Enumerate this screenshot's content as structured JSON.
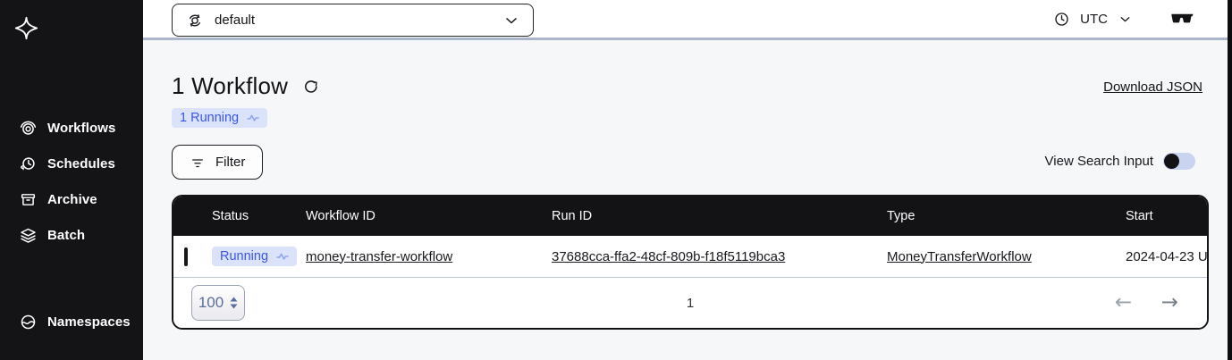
{
  "sidebar": {
    "items": [
      {
        "label": "Workflows"
      },
      {
        "label": "Schedules"
      },
      {
        "label": "Archive"
      },
      {
        "label": "Batch"
      },
      {
        "label": "Namespaces"
      }
    ]
  },
  "topbar": {
    "namespace_select": {
      "value": "default"
    },
    "timezone": {
      "label": "UTC"
    }
  },
  "main": {
    "title": "1 Workflow",
    "running_summary_badge": "1 Running",
    "download_link": "Download JSON",
    "filter_button": "Filter",
    "view_search_toggle_label": "View Search Input",
    "table": {
      "columns": [
        "Status",
        "Workflow ID",
        "Run ID",
        "Type",
        "Start"
      ],
      "rows": [
        {
          "status": "Running",
          "workflow_id": "money-transfer-workflow",
          "run_id": "37688cca-ffa2-48cf-809b-f18f5119bca3",
          "type": "MoneyTransferWorkflow",
          "start": "2024-04-23 U"
        }
      ],
      "pagination": {
        "page_size": "100",
        "page": "1"
      }
    }
  },
  "colors": {
    "sidebar_bg": "#141417",
    "table_header_bg": "#131316",
    "badge_bg": "#dbe3fb",
    "badge_text": "#3a55e8",
    "topbar_border": "#a9b6cc",
    "main_bg": "#f6f7f9"
  }
}
